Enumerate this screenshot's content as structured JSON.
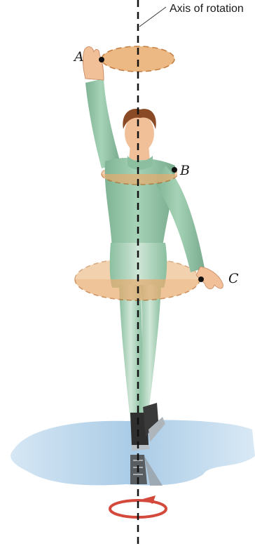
{
  "axis_label": "Axis of rotation",
  "points": {
    "a": "A",
    "b": "B",
    "c": "C"
  },
  "colors": {
    "orbit_fill": "#e9ac6e",
    "orbit_stroke": "#b9651f",
    "suit": "#93c5a7",
    "suit_shadow": "#6ea487",
    "skin": "#f1bf98",
    "hair": "#8a4a26",
    "ice": "#bcd7ec",
    "rotation_arrow": "#d3493b"
  }
}
